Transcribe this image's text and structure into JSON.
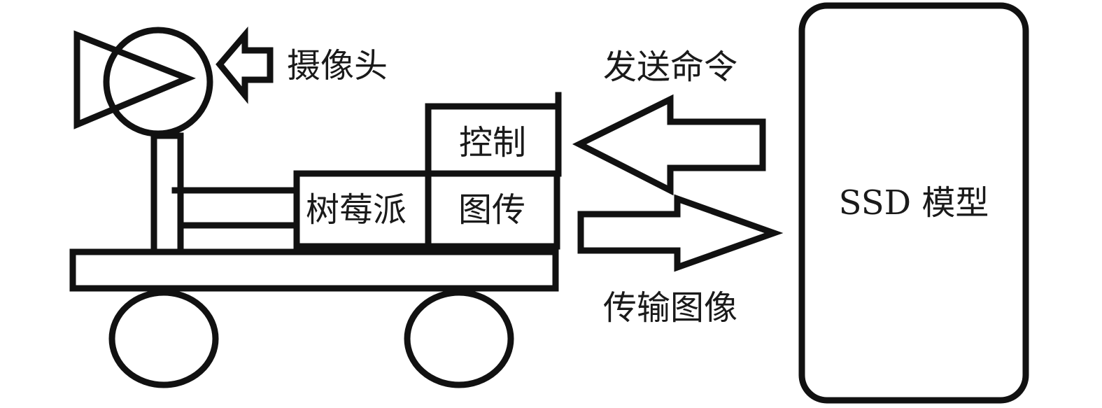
{
  "labels": {
    "camera": "摄像头",
    "control": "控制",
    "raspberry_pi": "树莓派",
    "image_transmission": "图传",
    "send_command": "发送命令",
    "transmit_image": "传输图像",
    "ssd_model": "SSD 模型"
  },
  "colors": {
    "stroke": "#111111",
    "background": "#ffffff",
    "text": "#1a1a1a"
  }
}
